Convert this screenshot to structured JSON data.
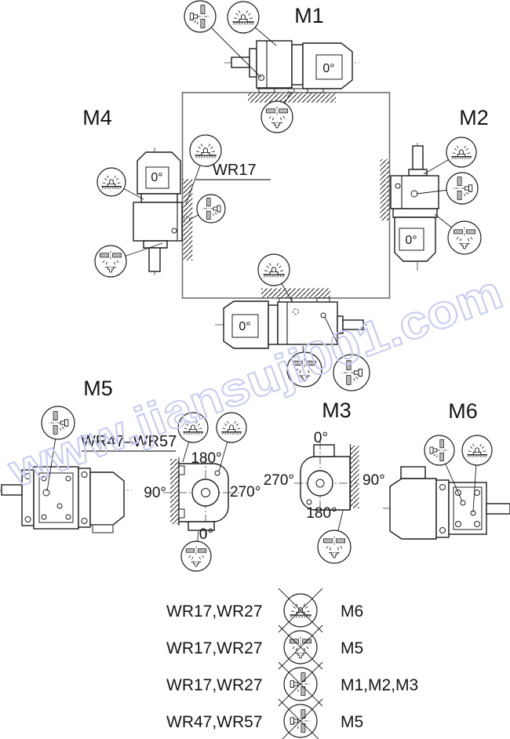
{
  "diagram": {
    "watermark": "www.jiansuji001.com",
    "mounting_positions": {
      "m1": {
        "label": "M1",
        "angle_label": "0°"
      },
      "m2": {
        "label": "M2",
        "angle_label": "0°"
      },
      "m3": {
        "label": "M3",
        "angle_top": "0°",
        "angle_left": "270°",
        "angle_right": "90°",
        "angle_bottom": "180°"
      },
      "m4": {
        "label": "M4",
        "angle_label": "0°"
      },
      "m5": {
        "label": "M5",
        "angle_top": "180°",
        "angle_left": "90°",
        "angle_right": "270°",
        "angle_bottom": "0°"
      },
      "m6": {
        "label": "M6"
      },
      "ceiling": {
        "angle_label": "0°"
      }
    },
    "series_labels": {
      "wr17": "WR17",
      "wr47_57": "WR47–WR57"
    },
    "icons": {
      "breather_top": "breather-plug-on-top-surface",
      "breather_bottom": "breather-plug-hanging-below-surface",
      "plug_side": "oil-plug-through-side-wall"
    },
    "colors": {
      "line": "#1c1c1c",
      "frame": "#6f6f6f",
      "watermark": "#c8ccf2",
      "background": "#ffffff"
    }
  },
  "restrictions_table": {
    "rows": [
      {
        "models": "WR17,WR27",
        "icon": "breather-top-crossed",
        "positions": "M6"
      },
      {
        "models": "WR17,WR27",
        "icon": "breather-bottom-crossed",
        "positions": "M5"
      },
      {
        "models": "WR17,WR27",
        "icon": "side-plug-crossed",
        "positions": "M1,M2,M3"
      },
      {
        "models": "WR47,WR57",
        "icon": "side-plug-crossed",
        "positions": "M5"
      }
    ]
  }
}
